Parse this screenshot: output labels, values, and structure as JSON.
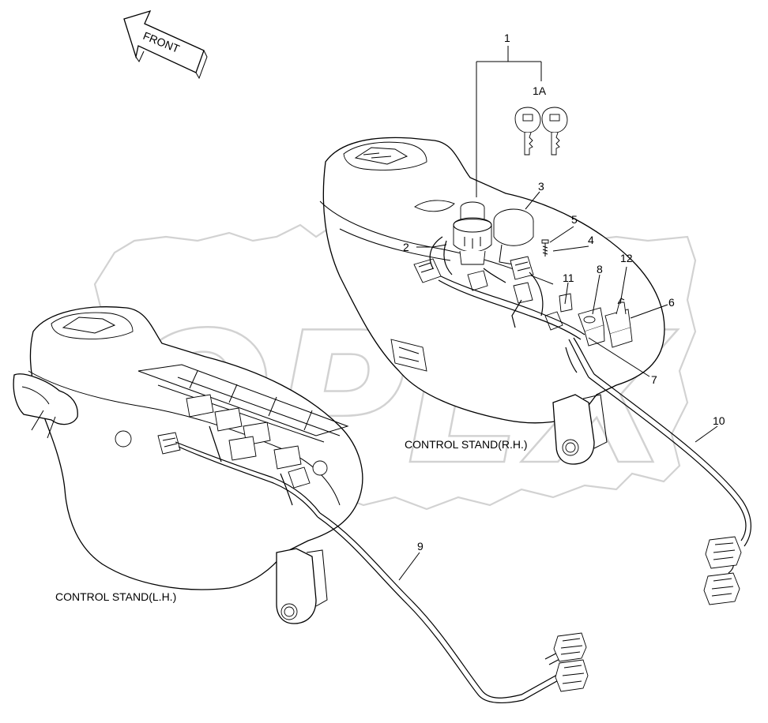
{
  "watermark": {
    "text": "OPEX",
    "color": "#d2d2d2"
  },
  "front_arrow": {
    "label": "FRONT"
  },
  "stands": {
    "rh_label": "CONTROL STAND(R.H.)",
    "lh_label": "CONTROL STAND(L.H.)"
  },
  "callouts": {
    "c1": "1",
    "c1a": "1A",
    "c2": "2",
    "c3": "3",
    "c4": "4",
    "c5": "5",
    "c6": "6",
    "c7": "7",
    "c8": "8",
    "c9": "9",
    "c10": "10",
    "c11": "11",
    "c12": "12"
  },
  "colors": {
    "line": "#000000",
    "background": "#ffffff"
  }
}
